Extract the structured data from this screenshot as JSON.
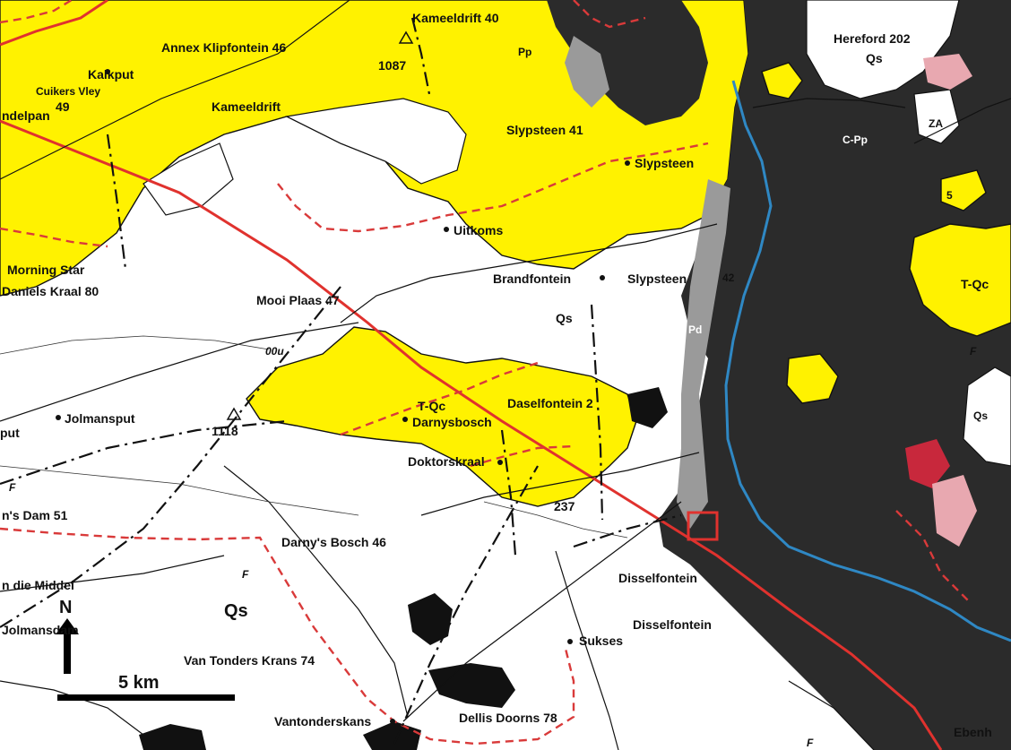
{
  "map": {
    "colors": {
      "background": "#ffffff",
      "quaternary_sand_yellow": "#fff200",
      "dolerite_dark": "#2b2b2b",
      "grey_unit": "#9a9a9a",
      "road_red": "#e0322e",
      "boundary_red_dashed": "#d93a3a",
      "river_blue": "#2f88c4",
      "outcrop_black": "#111111",
      "pink_unit": "#e8a8b0",
      "red_unit": "#c8283c"
    },
    "farm_labels": [
      {
        "id": "kameeldrift-40",
        "text": "Kameeldrift 40"
      },
      {
        "id": "annex-klipfontein",
        "text": "Annex Klipfontein 46"
      },
      {
        "id": "hereford",
        "text": "Hereford 202"
      },
      {
        "id": "kalkput",
        "text": "Kalkput"
      },
      {
        "id": "cuikers-vley",
        "text": "Cuikers Vley"
      },
      {
        "id": "n49",
        "text": "49"
      },
      {
        "id": "ndelpan",
        "text": "ndelpan"
      },
      {
        "id": "kameeldrift",
        "text": "Kameeldrift"
      },
      {
        "id": "slypsteen-41",
        "text": "Slypsteen 41"
      },
      {
        "id": "slypsteen",
        "text": "Slypsteen"
      },
      {
        "id": "uitkoms",
        "text": "Uitkoms"
      },
      {
        "id": "brandfontein",
        "text": "Brandfontein"
      },
      {
        "id": "slypsteen-2",
        "text": "Slypsteen"
      },
      {
        "id": "morning-star",
        "text": "Morning Star"
      },
      {
        "id": "daniels-kraal",
        "text": "Daniels Kraal 80"
      },
      {
        "id": "mooi-plaas",
        "text": "Mooi Plaas 47"
      },
      {
        "id": "jolmansput",
        "text": "Jolmansput"
      },
      {
        "id": "put",
        "text": "put"
      },
      {
        "id": "darnysbosch",
        "text": "Darnysbosch"
      },
      {
        "id": "dasselfontein",
        "text": "Daselfontein 2"
      },
      {
        "id": "doktorskraal",
        "text": "Doktorskraal"
      },
      {
        "id": "ns-dam",
        "text": "n's Dam 51"
      },
      {
        "id": "darnys-bosch-46",
        "text": "Darny's Bosch 46"
      },
      {
        "id": "die-middel",
        "text": "n die Middel"
      },
      {
        "id": "jolmansdam",
        "text": "Jolmansdam"
      },
      {
        "id": "disselfontein-1",
        "text": "Disselfontein"
      },
      {
        "id": "disselfontein-2",
        "text": "Disselfontein"
      },
      {
        "id": "sukses",
        "text": "Sukses"
      },
      {
        "id": "van-tonders-krans",
        "text": "Van Tonders Krans 74"
      },
      {
        "id": "vantonderskans",
        "text": "Vantonderskans"
      },
      {
        "id": "dellis-doorns",
        "text": "Dellis Doorns 78"
      },
      {
        "id": "ebenhaezer",
        "text": "Ebenh"
      }
    ],
    "unit_labels": [
      {
        "id": "qs-1",
        "text": "Qs"
      },
      {
        "id": "qs-2",
        "text": "Qs"
      },
      {
        "id": "qs-3",
        "text": "Qs"
      },
      {
        "id": "qs-4",
        "text": "Qs"
      },
      {
        "id": "tqc-1",
        "text": "T-Qc"
      },
      {
        "id": "tqc-2",
        "text": "T-Qc"
      },
      {
        "id": "pp",
        "text": "Pp"
      },
      {
        "id": "za",
        "text": "ZA"
      },
      {
        "id": "cpp",
        "text": "C-Pp"
      },
      {
        "id": "pd",
        "text": "Pd"
      },
      {
        "id": "n42",
        "text": "42"
      },
      {
        "id": "n5",
        "text": "5"
      }
    ],
    "spot_heights": [
      {
        "id": "h1087",
        "text": "1087"
      },
      {
        "id": "h1118",
        "text": "1118"
      },
      {
        "id": "h237",
        "text": "237"
      }
    ],
    "contour_label": "00u",
    "fossil_marks": [
      "F",
      "F",
      "F",
      "F"
    ],
    "scale_bar": {
      "label": "5 km"
    },
    "north_arrow": {
      "label": "N"
    }
  }
}
